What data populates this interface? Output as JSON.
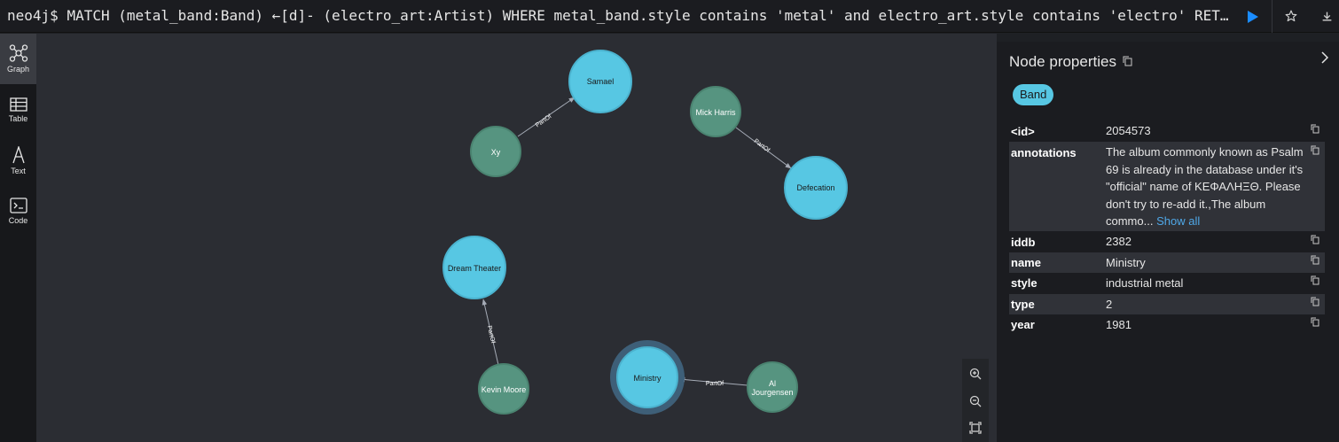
{
  "query": {
    "prompt": "neo4j$",
    "text": "MATCH (metal_band:Band) ←[d]- (electro_art:Artist) WHERE metal_band.style contains 'metal' and electro_art.style contains 'electro' RETURN metal_band, electro_art, d"
  },
  "sidebar": {
    "items": [
      {
        "label": "Graph",
        "icon": "graph-icon"
      },
      {
        "label": "Table",
        "icon": "table-icon"
      },
      {
        "label": "Text",
        "icon": "text-icon"
      },
      {
        "label": "Code",
        "icon": "code-icon"
      }
    ]
  },
  "graph": {
    "nodes": {
      "samael": "Samael",
      "xy": "Xy",
      "mick_harris": "Mick Harris",
      "defecation": "Defecation",
      "dream_theater": "Dream Theater",
      "kevin_moore": "Kevin Moore",
      "ministry": "Ministry",
      "al_jourgensen_1": "Al",
      "al_jourgensen_2": "Jourgensen"
    },
    "relationship_label": "PartOf",
    "colors": {
      "band": "#57c7e3",
      "artist": "#569480",
      "edge": "#a5abb6"
    }
  },
  "properties": {
    "title": "Node properties",
    "label": "Band",
    "rows": [
      {
        "key": "<id>",
        "value": "2054573"
      },
      {
        "key": "annotations",
        "value": "The album commonly known as Psalm 69 is already in the database under it's \"official\" name of ΚΕΦΑΛΗΞΘ. Please don't try to re-add it.,The album commo...",
        "more": "Show all"
      },
      {
        "key": "iddb",
        "value": "2382"
      },
      {
        "key": "name",
        "value": "Ministry"
      },
      {
        "key": "style",
        "value": "industrial metal"
      },
      {
        "key": "type",
        "value": "2"
      },
      {
        "key": "year",
        "value": "1981"
      }
    ]
  }
}
